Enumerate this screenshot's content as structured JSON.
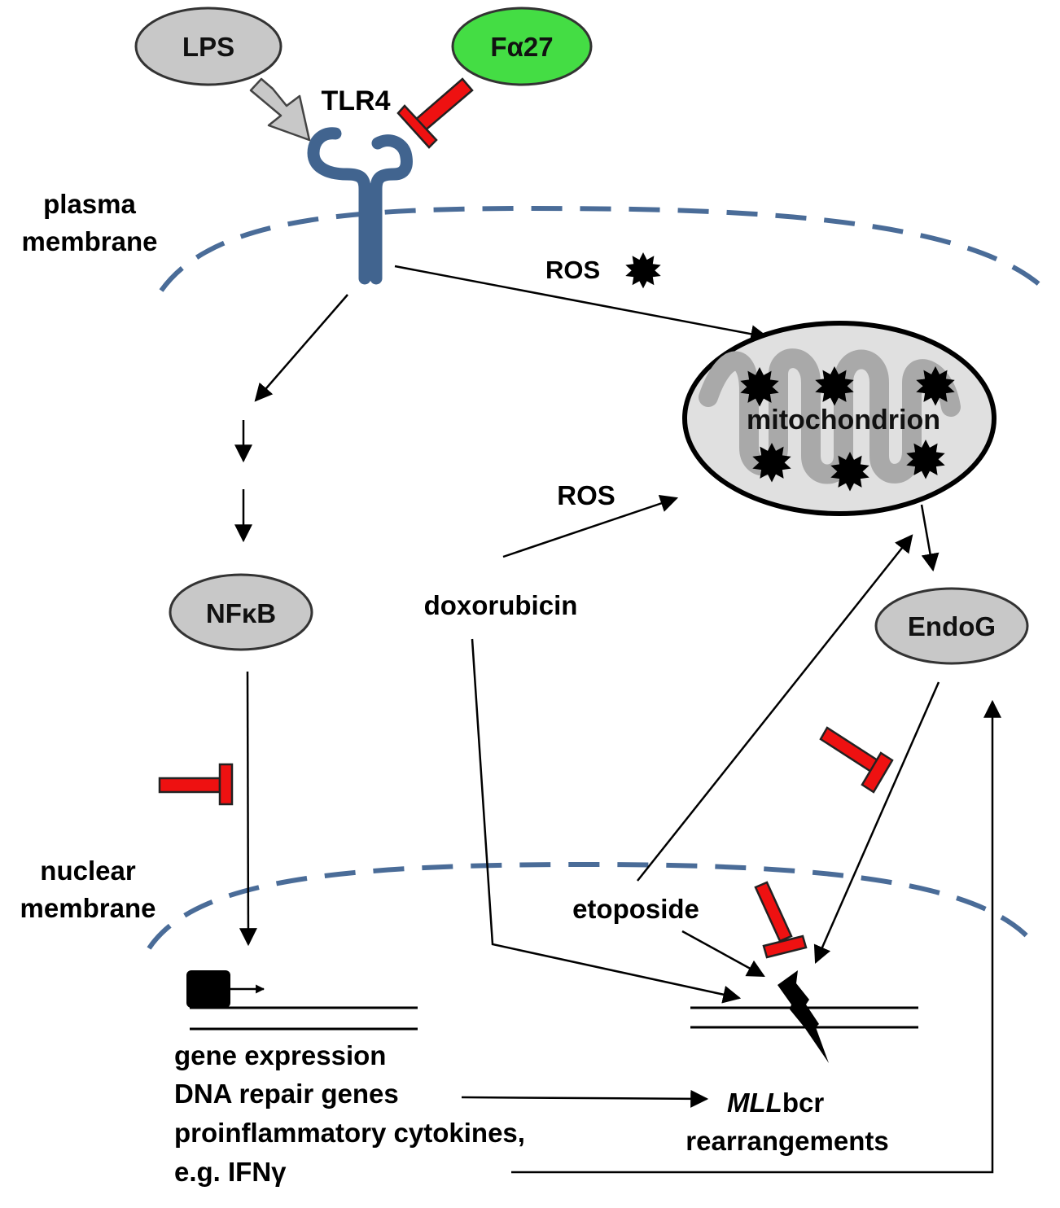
{
  "nodes": {
    "lps": "LPS",
    "fa27": "Fα27",
    "tlr4": "TLR4",
    "nfkb": "NFκB",
    "mitochondrion": "mitochondrion",
    "endog": "EndoG"
  },
  "labels": {
    "plasma_membrane_line1": "plasma",
    "plasma_membrane_line2": "membrane",
    "nuclear_membrane_line1": "nuclear",
    "nuclear_membrane_line2": "membrane",
    "ros_top": "ROS",
    "ros_mid": "ROS",
    "doxorubicin": "doxorubicin",
    "etoposide": "etoposide",
    "gene_line1": "gene expression",
    "gene_line2": "DNA repair genes",
    "gene_line3": "proinflammatory cytokines,",
    "gene_line4": "e.g. IFNγ",
    "mll_italic": "MLL",
    "mll_suffix": "bcr",
    "rearrangements": "rearrangements"
  },
  "colors": {
    "membrane": "#4a6c98",
    "receptor": "#41648f",
    "inhibitor": "#ee1111",
    "fa27_fill": "#44dd44",
    "node_grey": "#c8c8c8",
    "mito_fill": "#e0e0e0",
    "mito_cristae": "#a9a9a9"
  }
}
